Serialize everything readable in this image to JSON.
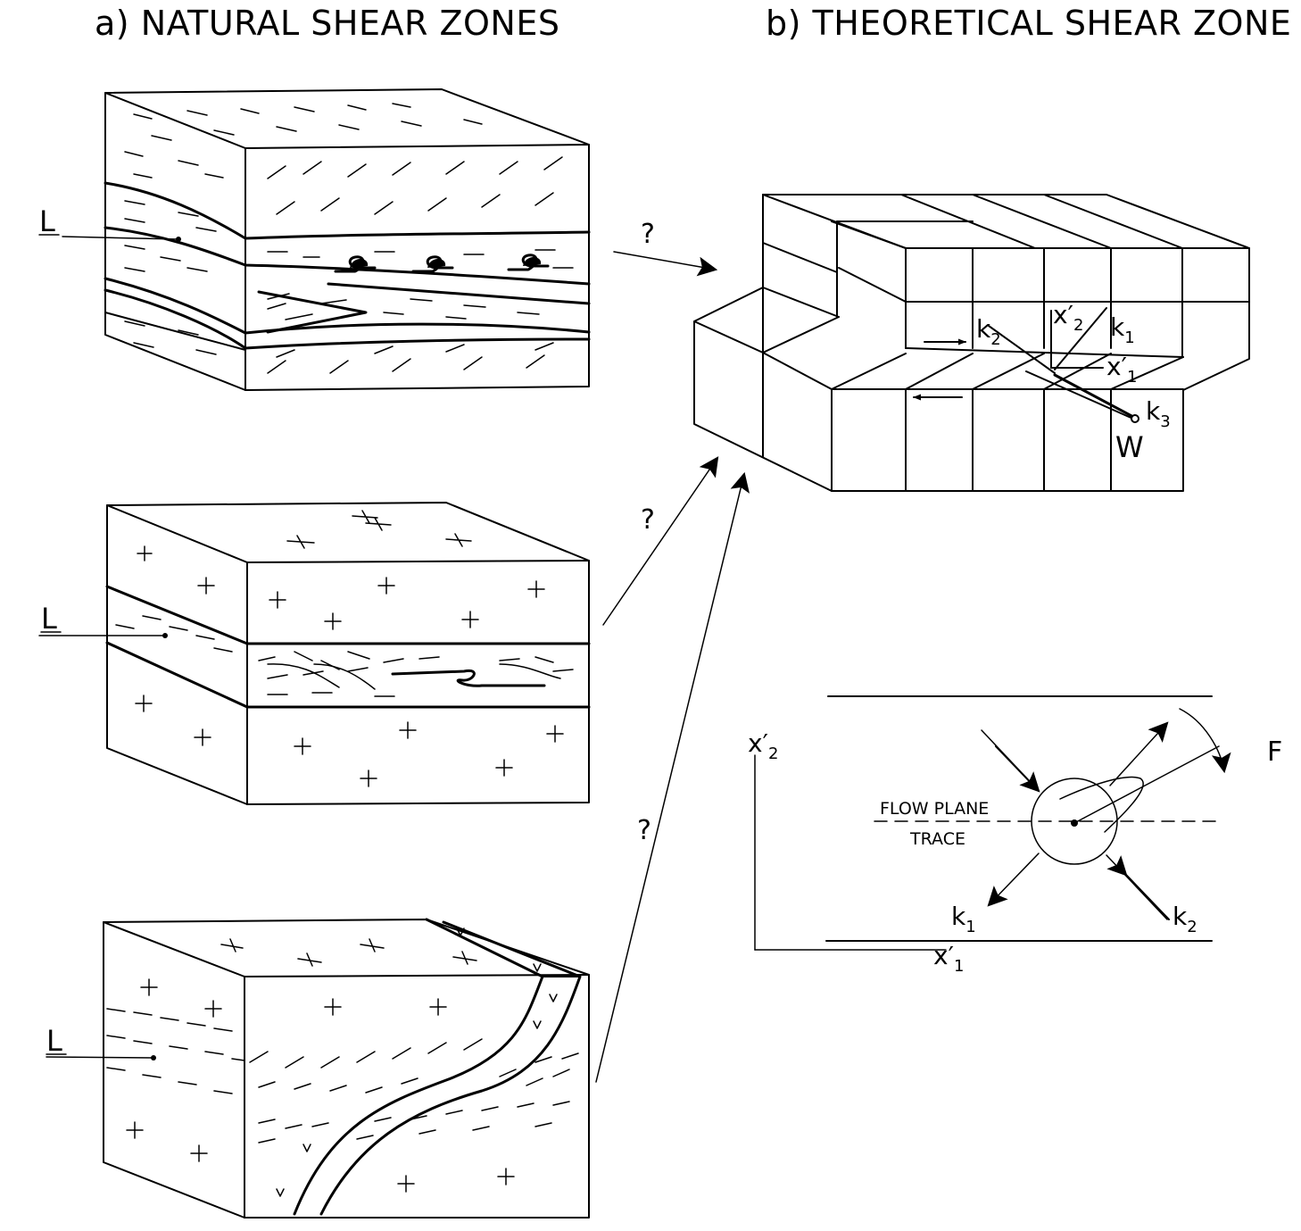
{
  "titles": {
    "a": "a)  NATURAL SHEAR ZONES",
    "b": "b)  THEORETICAL SHEAR ZONE"
  },
  "blocks": [
    {
      "id": "block-1",
      "label": "L"
    },
    {
      "id": "block-2",
      "label": "L"
    },
    {
      "id": "block-3",
      "label": "L"
    }
  ],
  "arrow_question_marks": [
    "?",
    "?",
    "?"
  ],
  "theoretical_block_labels": {
    "k2": "k",
    "k2_sub": "2",
    "x2": "x′",
    "x2_sub": "2",
    "k1": "k",
    "k1_sub": "1",
    "x1": "x′",
    "x1_sub": "1",
    "k3": "k",
    "k3_sub": "3",
    "w": "W"
  },
  "flow_plane_diagram": {
    "axis_y": "x′",
    "axis_y_sub": "2",
    "axis_x": "x′",
    "axis_x_sub": "1",
    "plane_label_line1": "FLOW PLANE",
    "plane_label_line2": "TRACE",
    "k1": "k",
    "k1_sub": "1",
    "k2": "k",
    "k2_sub": "2",
    "f": "F"
  }
}
